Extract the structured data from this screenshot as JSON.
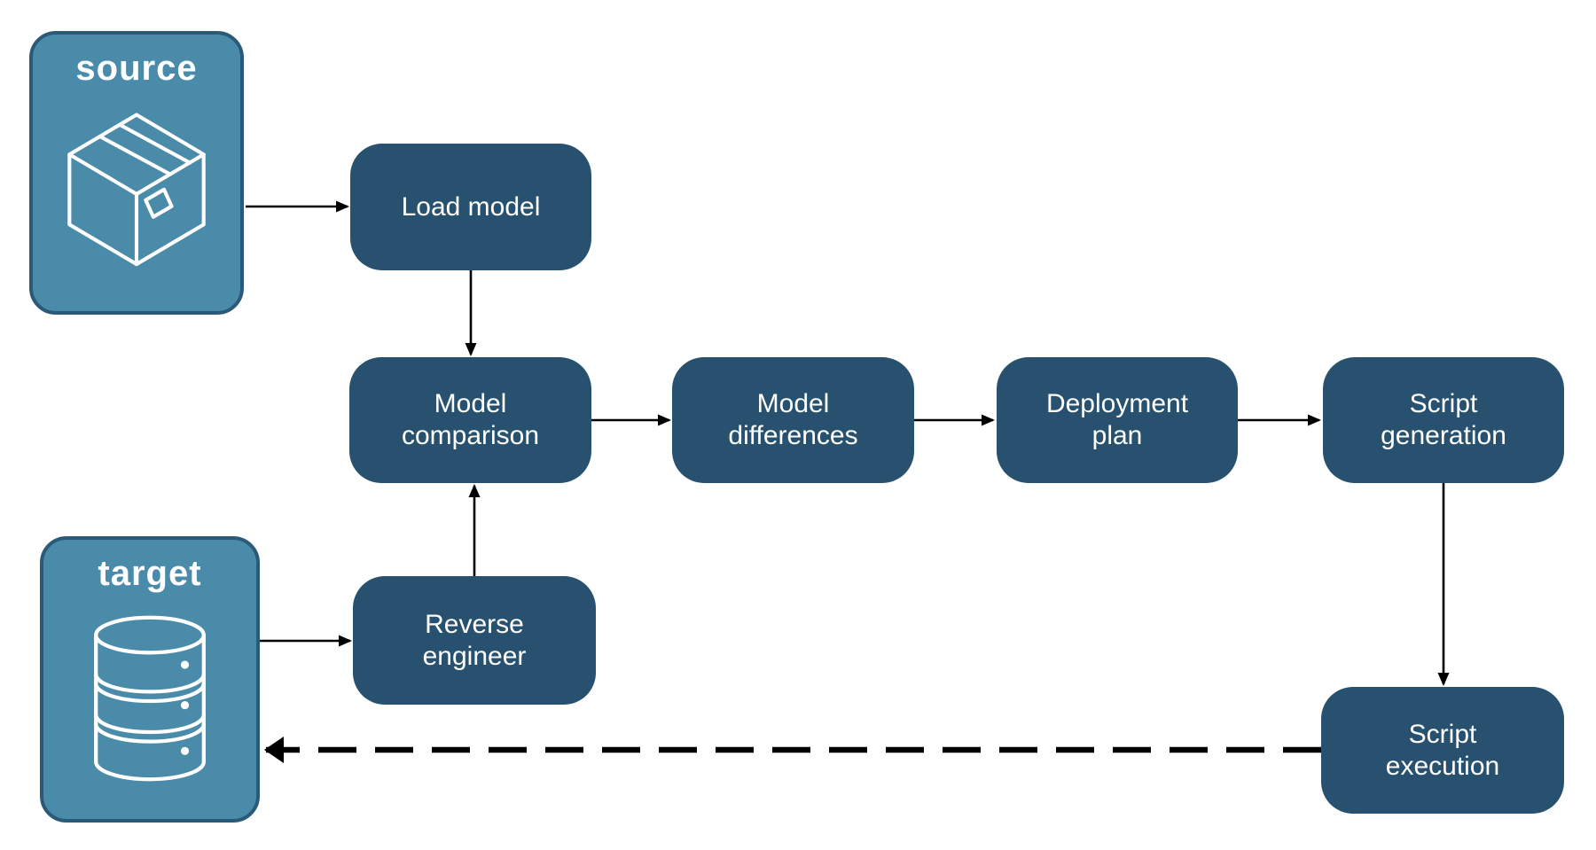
{
  "diagram": {
    "colors": {
      "node_fill": "#27516E",
      "node_text": "#FFFFFF",
      "container_fill": "#4A8BA9",
      "container_border": "#2A5A78",
      "container_text": "#FFFFFF",
      "arrow": "#000000",
      "background": "#FFFFFF"
    },
    "containers": [
      {
        "id": "source",
        "label": "source",
        "icon": "package-icon"
      },
      {
        "id": "target",
        "label": "target",
        "icon": "database-icon"
      }
    ],
    "nodes": [
      {
        "id": "load-model",
        "label": "Load model"
      },
      {
        "id": "model-comparison",
        "label": "Model comparison"
      },
      {
        "id": "model-differences",
        "label": "Model differences"
      },
      {
        "id": "deployment-plan",
        "label": "Deployment plan"
      },
      {
        "id": "script-generation",
        "label": "Script generation"
      },
      {
        "id": "reverse-engineer",
        "label": "Reverse engineer"
      },
      {
        "id": "script-execution",
        "label": "Script execution"
      }
    ],
    "edges": [
      {
        "from": "source",
        "to": "load-model",
        "style": "solid"
      },
      {
        "from": "load-model",
        "to": "model-comparison",
        "style": "solid"
      },
      {
        "from": "model-comparison",
        "to": "model-differences",
        "style": "solid"
      },
      {
        "from": "model-differences",
        "to": "deployment-plan",
        "style": "solid"
      },
      {
        "from": "deployment-plan",
        "to": "script-generation",
        "style": "solid"
      },
      {
        "from": "script-generation",
        "to": "script-execution",
        "style": "solid"
      },
      {
        "from": "target",
        "to": "reverse-engineer",
        "style": "solid"
      },
      {
        "from": "reverse-engineer",
        "to": "model-comparison",
        "style": "solid"
      },
      {
        "from": "script-execution",
        "to": "target",
        "style": "dashed"
      }
    ]
  }
}
